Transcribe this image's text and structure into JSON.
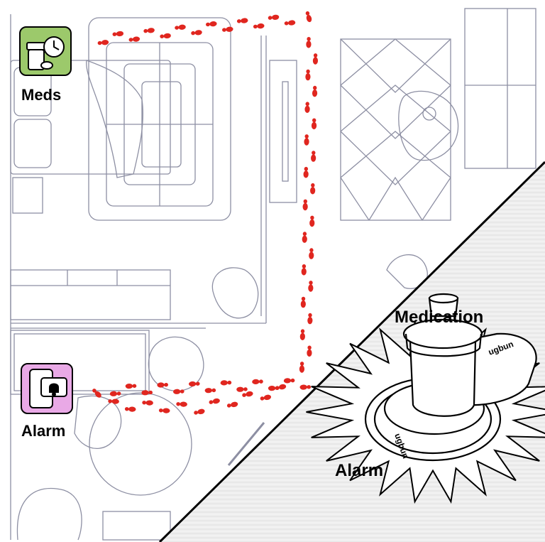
{
  "labels": {
    "meds": "Meds",
    "alarm": "Alarm",
    "device_medication": "Medication",
    "device_alarm": "Alarm"
  },
  "device": {
    "brand": "ugbun"
  },
  "icons": {
    "meds_badge": "pill-bottle-clock-icon",
    "alarm_badge": "phone-bell-icon"
  },
  "colors": {
    "meds_badge": "#9cc96b",
    "alarm_badge": "#e9a9e6",
    "footprints": "#e0261f",
    "floorplan_line": "#8d8fa3",
    "inset_bg": "#eeeeee"
  }
}
